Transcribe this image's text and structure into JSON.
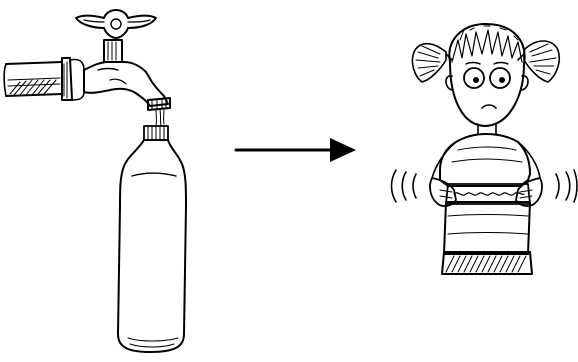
{
  "scene": {
    "panels": [
      {
        "id": "left",
        "depicts": "water-tap-filling-bottle"
      },
      {
        "id": "right",
        "depicts": "girl-holding-stomach-shivering"
      }
    ],
    "connector": "arrow-right",
    "colors": {
      "ink": "#000000",
      "background": "#ffffff"
    }
  }
}
